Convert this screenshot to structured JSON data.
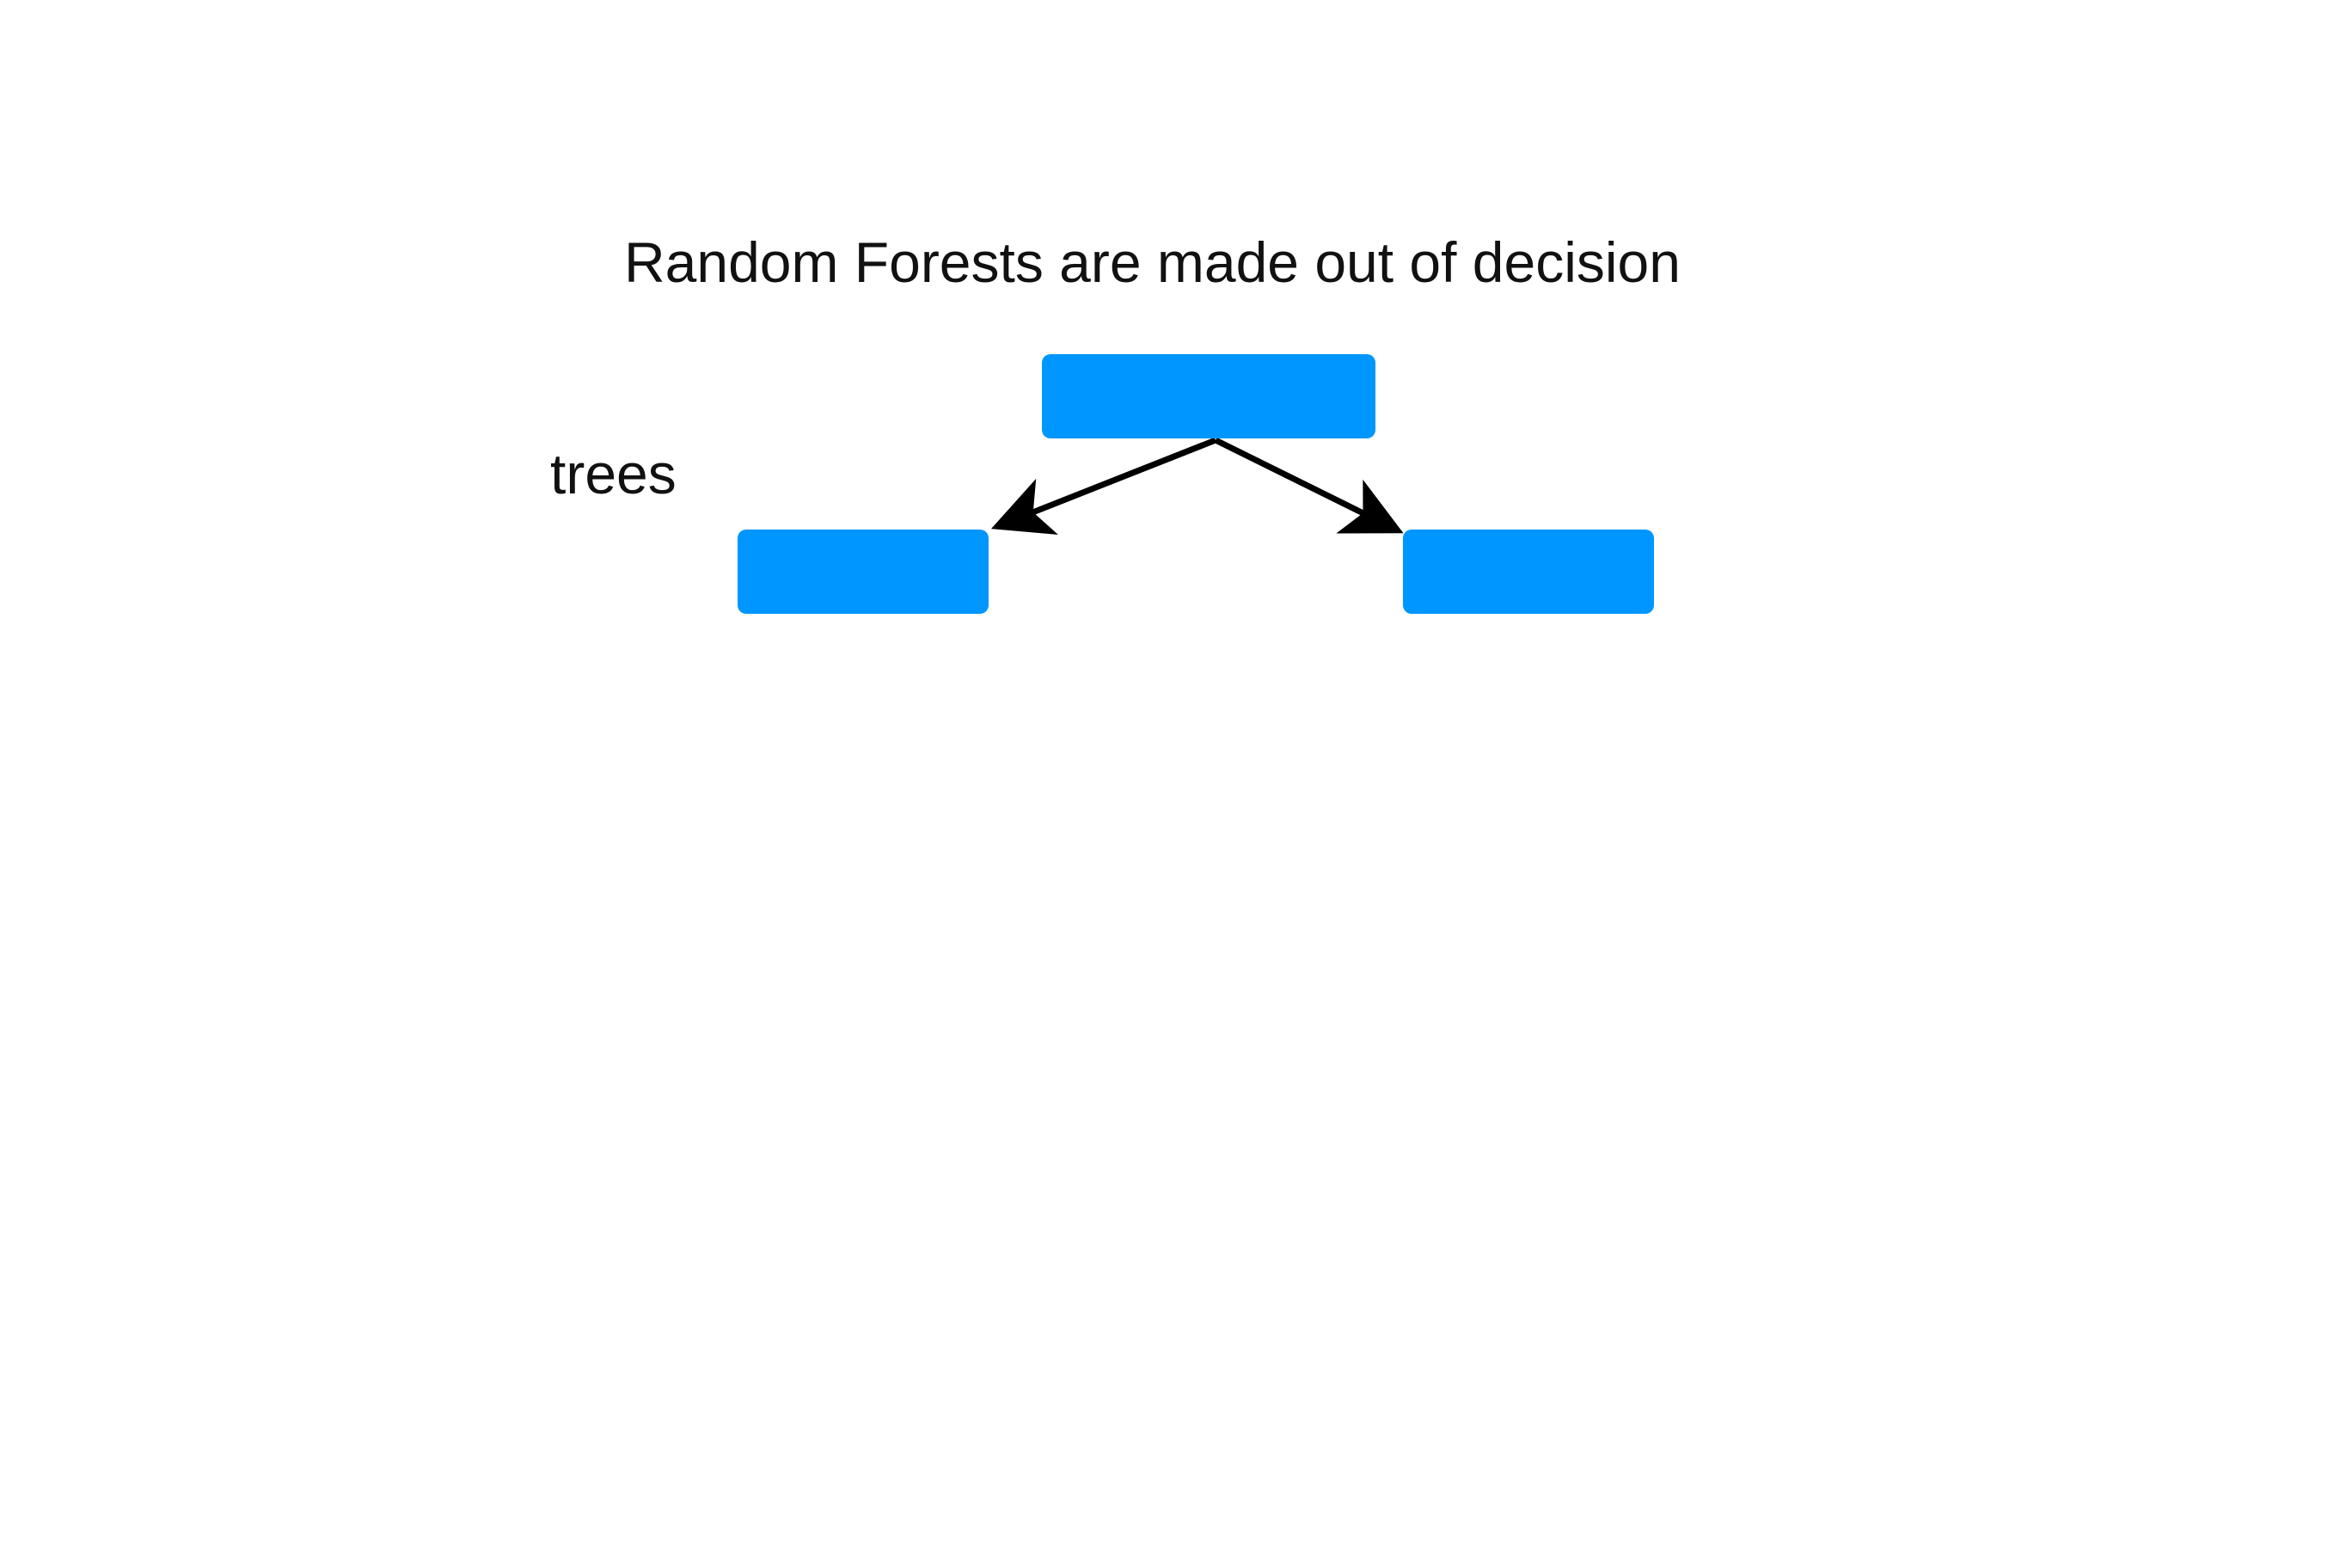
{
  "caption": {
    "line1": "Random Forests are made out of decision",
    "line2": "trees"
  },
  "diagram": {
    "node_color": "#0096FF",
    "edge_color": "#000000",
    "nodes": [
      {
        "id": "root",
        "label": ""
      },
      {
        "id": "left",
        "label": ""
      },
      {
        "id": "right",
        "label": ""
      }
    ],
    "edges": [
      {
        "from": "root",
        "to": "left"
      },
      {
        "from": "root",
        "to": "right"
      }
    ]
  }
}
